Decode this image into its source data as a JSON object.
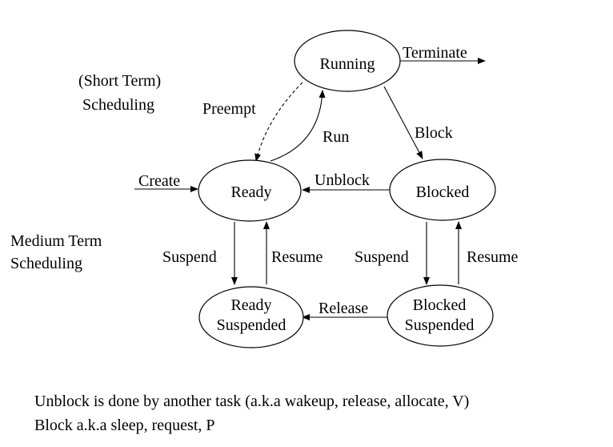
{
  "states": {
    "running": "Running",
    "ready": "Ready",
    "blocked": "Blocked",
    "ready_suspended_line1": "Ready",
    "ready_suspended_line2": "Suspended",
    "blocked_suspended_line1": "Blocked",
    "blocked_suspended_line2": "Suspended"
  },
  "transitions": {
    "terminate": "Terminate",
    "preempt": "Preempt",
    "run": "Run",
    "block": "Block",
    "create": "Create",
    "unblock": "Unblock",
    "suspend_ready": "Suspend",
    "resume_ready": "Resume",
    "suspend_blocked": "Suspend",
    "resume_blocked": "Resume",
    "release": "Release"
  },
  "side_labels": {
    "short_term_line1": "(Short Term)",
    "short_term_line2": "Scheduling",
    "medium_term_line1": "Medium Term",
    "medium_term_line2": "Scheduling"
  },
  "notes": [
    "Unblock is done by another task  (a.k.a wakeup, release, allocate, V)",
    "Block a.k.a sleep, request, P"
  ]
}
